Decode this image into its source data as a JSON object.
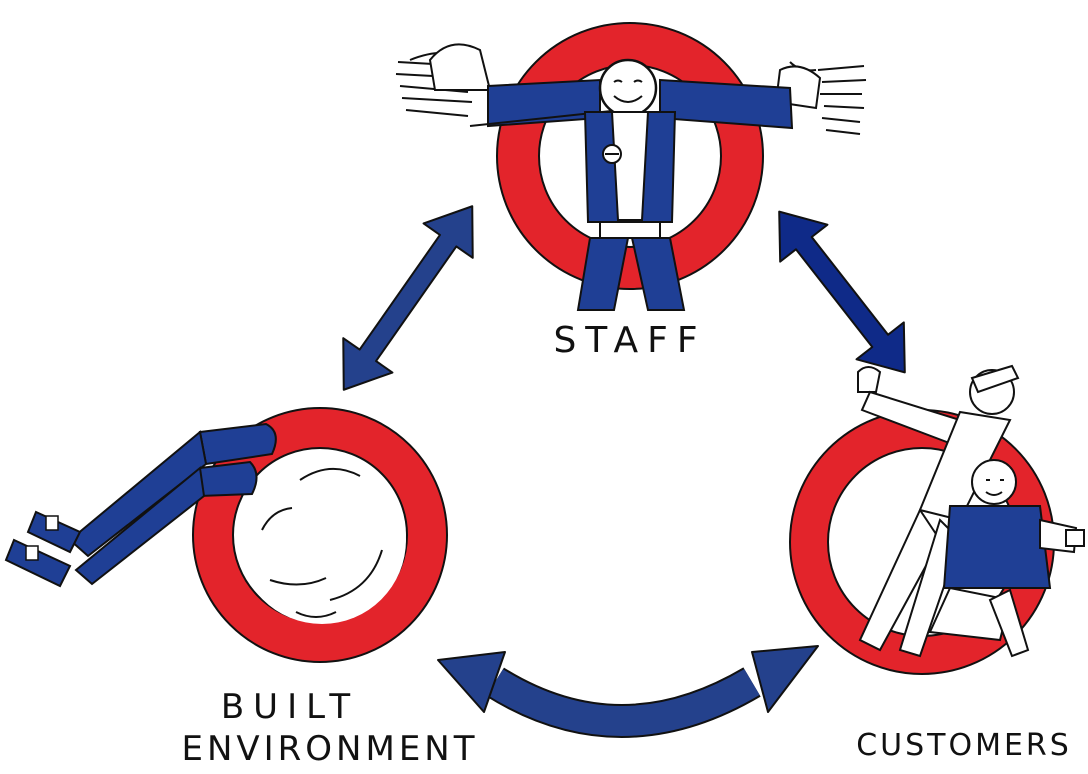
{
  "nodes": [
    {
      "id": "staff",
      "label": "STAFF",
      "label_lines": [
        "STAFF"
      ]
    },
    {
      "id": "built-environment",
      "label": "BUILT ENVIRONMENT",
      "label_lines": [
        "BUILT",
        "ENVIRONMENT"
      ]
    },
    {
      "id": "customers",
      "label": "CUSTOMERS",
      "label_lines": [
        "CUSTOMERS"
      ]
    }
  ],
  "edges": [
    {
      "from": "staff",
      "to": "built-environment",
      "direction": "both"
    },
    {
      "from": "staff",
      "to": "customers",
      "direction": "both"
    },
    {
      "from": "built-environment",
      "to": "customers",
      "direction": "both"
    }
  ],
  "colors": {
    "ring": "#e3242b",
    "figure_blue": "#1f3f95",
    "arrow_blue": "#24418c",
    "arrow_blue_dark": "#0f2a88",
    "outline": "#111111",
    "background": "#ffffff"
  },
  "icons": [
    "staff-figure-icon",
    "wheelchair-icon",
    "customers-figure-icon"
  ]
}
